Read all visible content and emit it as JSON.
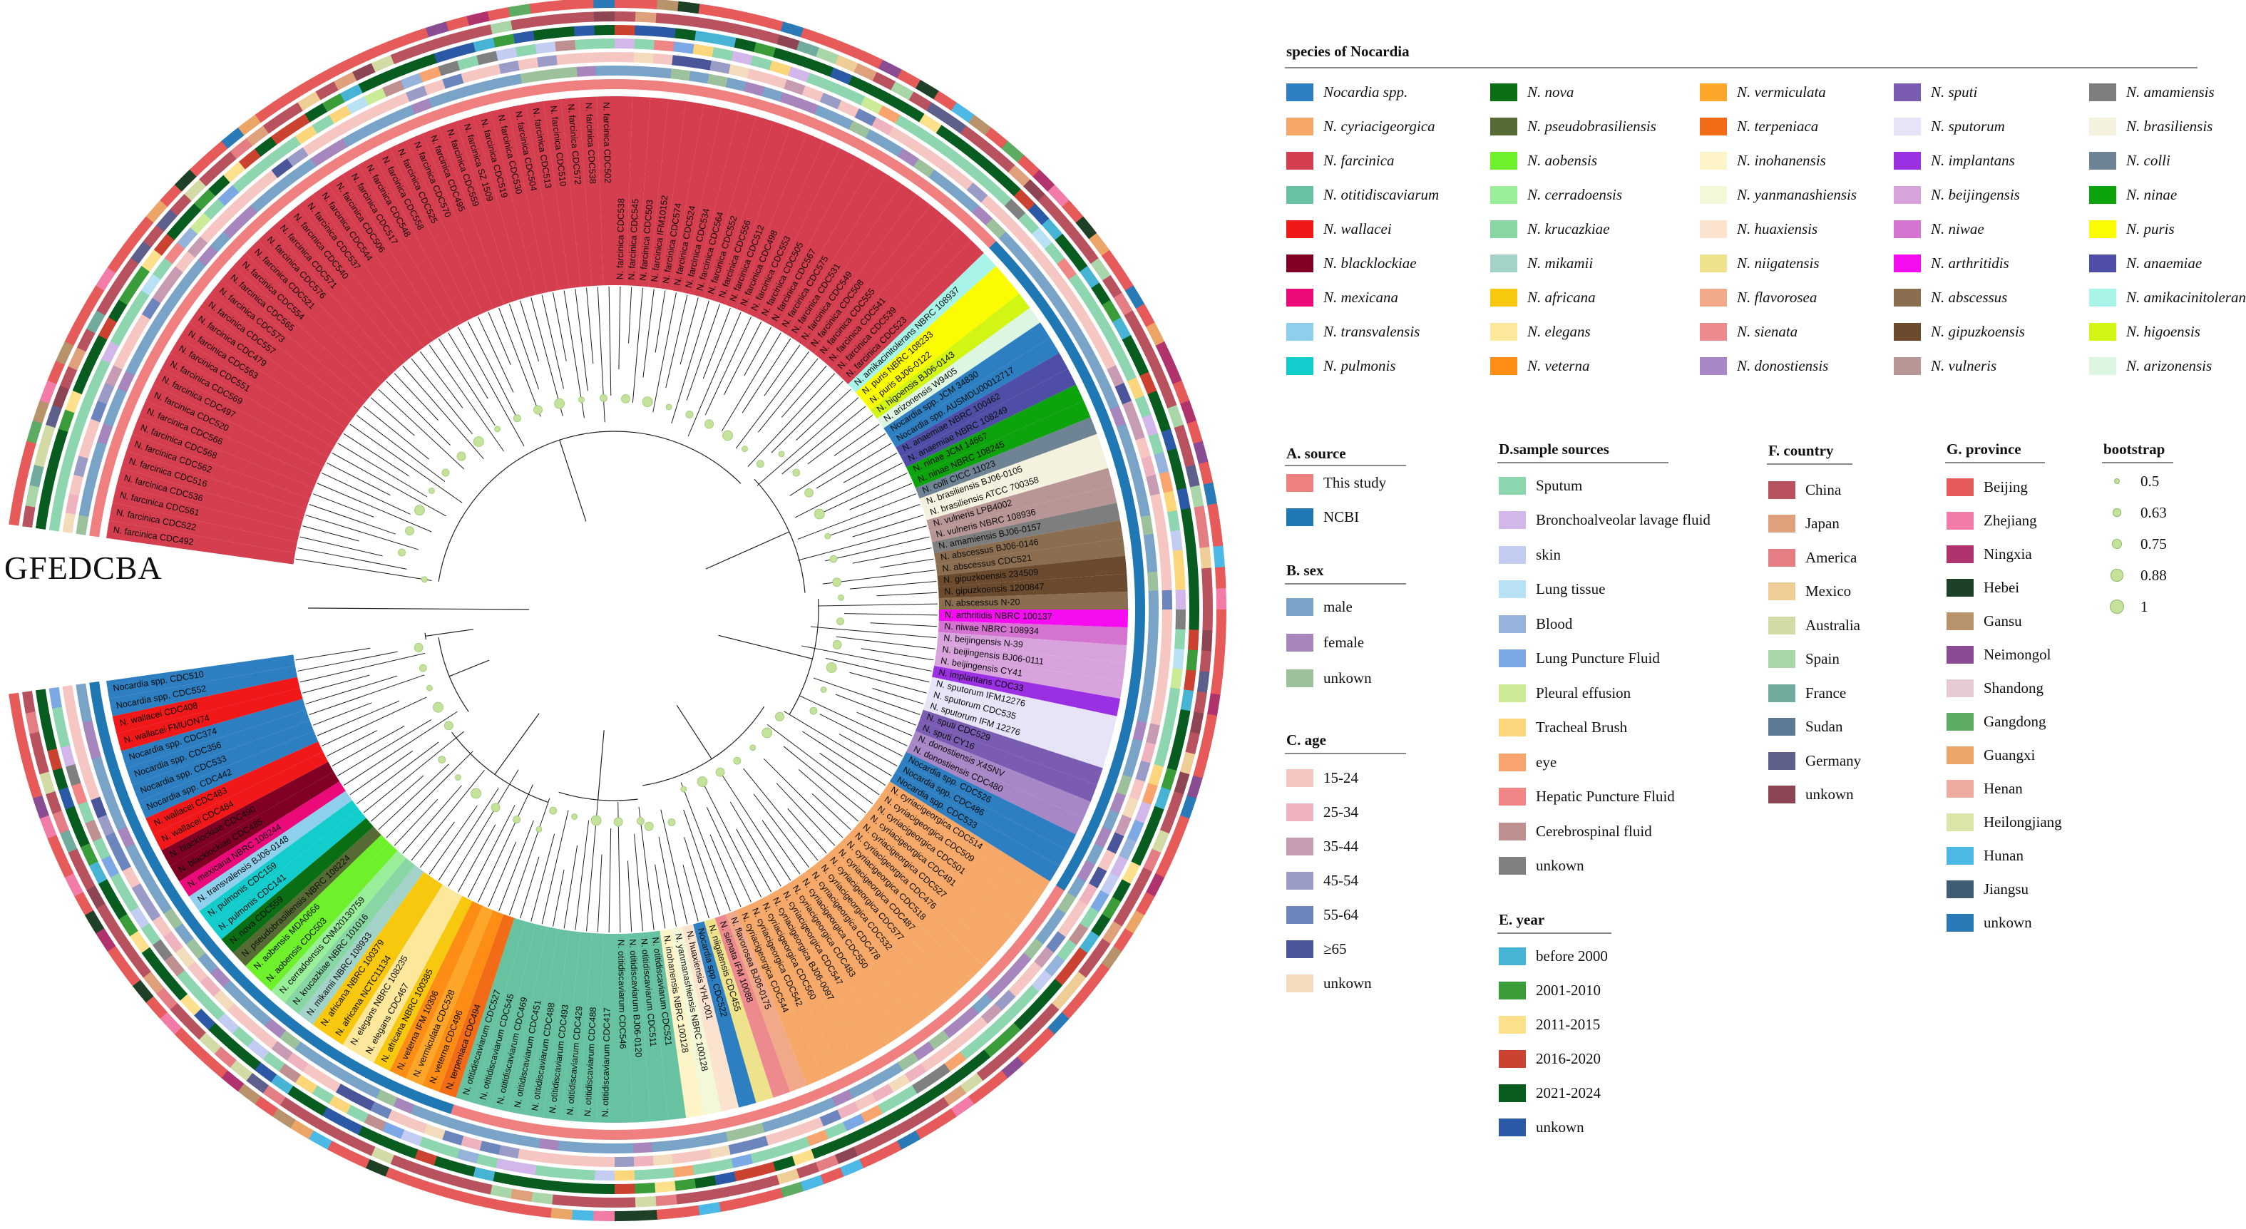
{
  "ring_labels": "GFEDCBA",
  "species_legend": {
    "title": "species of Nocardia",
    "items": [
      {
        "label": "Nocardia spp.",
        "color": "#2d7fc1"
      },
      {
        "label": "N. cyriacigeorgica",
        "color": "#f5a867"
      },
      {
        "label": "N. farcinica",
        "color": "#d53e4f"
      },
      {
        "label": "N. otitidiscaviarum",
        "color": "#66c2a0"
      },
      {
        "label": "N. wallacei",
        "color": "#f01818"
      },
      {
        "label": "N. blacklockiae",
        "color": "#7f0022"
      },
      {
        "label": "N. mexicana",
        "color": "#ec0a7a"
      },
      {
        "label": "N. transvalensis",
        "color": "#8ed0ec"
      },
      {
        "label": "N. pulmonis",
        "color": "#13cccc"
      },
      {
        "label": "N. nova",
        "color": "#0a6e14"
      },
      {
        "label": "N. pseudobrasiliensis",
        "color": "#566b33"
      },
      {
        "label": "N. aobensis",
        "color": "#6ef02a"
      },
      {
        "label": "N. cerradoensis",
        "color": "#99ee99"
      },
      {
        "label": "N. krucazkiae",
        "color": "#88d6a4"
      },
      {
        "label": "N. mikamii",
        "color": "#a3d3c8"
      },
      {
        "label": "N. africana",
        "color": "#f7c80e"
      },
      {
        "label": "N. elegans",
        "color": "#fce79a"
      },
      {
        "label": "N. veterna",
        "color": "#fd8d14"
      },
      {
        "label": "N. vermiculata",
        "color": "#fda62a"
      },
      {
        "label": "N. terpeniaca",
        "color": "#f26b17"
      },
      {
        "label": "N. inohanensis",
        "color": "#fdf5c7"
      },
      {
        "label": "N. yanmanashiensis",
        "color": "#f2f8d8"
      },
      {
        "label": "N. huaxiensis",
        "color": "#fce3cf"
      },
      {
        "label": "N. niigatensis",
        "color": "#efe28d"
      },
      {
        "label": "N. flavorosea",
        "color": "#f2a98a"
      },
      {
        "label": "N. sienata",
        "color": "#ec8a8e"
      },
      {
        "label": "N. donostiensis",
        "color": "#a787c6"
      },
      {
        "label": "N. sputi",
        "color": "#7a5cb2"
      },
      {
        "label": "N. sputorum",
        "color": "#e6e4f6"
      },
      {
        "label": "N. implantans",
        "color": "#9a2fe4"
      },
      {
        "label": "N. beijingensis",
        "color": "#d8a3dc"
      },
      {
        "label": "N. niwae",
        "color": "#d573d1"
      },
      {
        "label": "N. arthritidis",
        "color": "#f60cf0"
      },
      {
        "label": "N. abscessus",
        "color": "#8b6d4f"
      },
      {
        "label": "N. gipuzkoensis",
        "color": "#6b4a2d"
      },
      {
        "label": "N. vulneris",
        "color": "#b99696"
      },
      {
        "label": "N. amamiensis",
        "color": "#7e7e7e"
      },
      {
        "label": "N. brasiliensis",
        "color": "#f4f2de"
      },
      {
        "label": "N. colli",
        "color": "#6e8393"
      },
      {
        "label": "N. ninae",
        "color": "#0ca30c"
      },
      {
        "label": "N. puris",
        "color": "#fcfc00"
      },
      {
        "label": "N. anaemiae",
        "color": "#4e4ea6"
      },
      {
        "label": "N. amikacinitolerans",
        "color": "#a8f4e8"
      },
      {
        "label": "N. higoensis",
        "color": "#d3f514"
      },
      {
        "label": "N. arizonensis",
        "color": "#dcf6e2"
      }
    ]
  },
  "source_legend": {
    "title": "A.  source",
    "items": [
      {
        "label": "This study",
        "color": "#f08080"
      },
      {
        "label": "NCBI",
        "color": "#1f77b4"
      }
    ]
  },
  "sex_legend": {
    "title": "B. sex",
    "items": [
      {
        "label": "male",
        "color": "#7aa3c8"
      },
      {
        "label": "female",
        "color": "#a785bd"
      },
      {
        "label": "unkown",
        "color": "#9dc19d"
      }
    ]
  },
  "age_legend": {
    "title": "C. age",
    "items": [
      {
        "label": "15-24",
        "color": "#f6c6c2"
      },
      {
        "label": "25-34",
        "color": "#efb3c0"
      },
      {
        "label": "35-44",
        "color": "#c79cb3"
      },
      {
        "label": "45-54",
        "color": "#9a9cc7"
      },
      {
        "label": "55-64",
        "color": "#6c86bd"
      },
      {
        "label": "≥65",
        "color": "#4a559a"
      },
      {
        "label": "unkown",
        "color": "#f3dcbb"
      }
    ]
  },
  "sample_legend": {
    "title": "D.sample sources",
    "items": [
      {
        "label": "Sputum",
        "color": "#8dd6b0"
      },
      {
        "label": "Bronchoalveolar lavage fluid",
        "color": "#d2b8ea"
      },
      {
        "label": "skin",
        "color": "#c3cdf2"
      },
      {
        "label": "Lung tissue",
        "color": "#b9e1f4"
      },
      {
        "label": "Blood",
        "color": "#96b3db"
      },
      {
        "label": "Lung Puncture Fluid",
        "color": "#7ca8e6"
      },
      {
        "label": "Pleural effusion",
        "color": "#cbeb97"
      },
      {
        "label": "Tracheal Brush",
        "color": "#fcd67a"
      },
      {
        "label": "eye",
        "color": "#f7a46e"
      },
      {
        "label": "Hepatic Puncture Fluid",
        "color": "#f08585"
      },
      {
        "label": "Cerebrospinal fluid",
        "color": "#bf9090"
      },
      {
        "label": "unkown",
        "color": "#808080"
      }
    ]
  },
  "year_legend": {
    "title": "E. year",
    "items": [
      {
        "label": "before 2000",
        "color": "#47b4d6"
      },
      {
        "label": "2001-2010",
        "color": "#3a9d3a"
      },
      {
        "label": "2011-2015",
        "color": "#fce08c"
      },
      {
        "label": "2016-2020",
        "color": "#cc4231"
      },
      {
        "label": "2021-2024",
        "color": "#085c1f"
      },
      {
        "label": "unkown",
        "color": "#2b59a6"
      }
    ]
  },
  "country_legend": {
    "title": "F. country",
    "items": [
      {
        "label": "China",
        "color": "#b8525e"
      },
      {
        "label": "Japan",
        "color": "#dfa07c"
      },
      {
        "label": "America",
        "color": "#e57e84"
      },
      {
        "label": "Mexico",
        "color": "#eecd96"
      },
      {
        "label": "Australia",
        "color": "#d2dba6"
      },
      {
        "label": "Spain",
        "color": "#a9d6a9"
      },
      {
        "label": "France",
        "color": "#71ab9e"
      },
      {
        "label": "Sudan",
        "color": "#5b7a95"
      },
      {
        "label": "Germany",
        "color": "#5f5f8c"
      },
      {
        "label": "unkown",
        "color": "#8e4553"
      }
    ]
  },
  "province_legend": {
    "title": "G. province",
    "items": [
      {
        "label": "Beijing",
        "color": "#e75a5a"
      },
      {
        "label": "Zhejiang",
        "color": "#f27ca7"
      },
      {
        "label": "Ningxia",
        "color": "#b1336e"
      },
      {
        "label": "Hebei",
        "color": "#1d4026"
      },
      {
        "label": "Gansu",
        "color": "#b7926b"
      },
      {
        "label": "Neimongol",
        "color": "#8a4c93"
      },
      {
        "label": "Shandong",
        "color": "#e6cad6"
      },
      {
        "label": "Gangdong",
        "color": "#5eab64"
      },
      {
        "label": "Guangxi",
        "color": "#eba667"
      },
      {
        "label": "Henan",
        "color": "#efab9f"
      },
      {
        "label": "Heilongjiang",
        "color": "#d9e6a8"
      },
      {
        "label": "Hunan",
        "color": "#4cb8e6"
      },
      {
        "label": "Jiangsu",
        "color": "#3e5c73"
      },
      {
        "label": "unkown",
        "color": "#2a7ab8"
      }
    ]
  },
  "bootstrap_legend": {
    "title": "bootstrap",
    "items": [
      {
        "label": "0.5",
        "value": 0.5
      },
      {
        "label": "0.63",
        "value": 0.63
      },
      {
        "label": "0.75",
        "value": 0.75
      },
      {
        "label": "0.88",
        "value": 0.88
      },
      {
        "label": "1",
        "value": 1
      }
    ]
  },
  "tips": [
    "N. farcinica CDC492",
    "N. farcinica CDC522",
    "N. farcinica CDC561",
    "N. farcinica CDC536",
    "N. farcinica CDC516",
    "N. farcinica CDC562",
    "N. farcinica CDC568",
    "N. farcinica CDC566",
    "N. farcinica CDC520",
    "N. farcinica CDC497",
    "N. farcinica CDC569",
    "N. farcinica CDC551",
    "N. farcinica CDC563",
    "N. farcinica CDC479",
    "N. farcinica CDC557",
    "N. farcinica CDC573",
    "N. farcinica CDC565",
    "N. farcinica CDC554",
    "N. farcinica CDC521",
    "N. farcinica CDC576",
    "N. farcinica CDC571",
    "N. farcinica CDC540",
    "N. farcinica CDC537",
    "N. farcinica CDC544",
    "N. farcinica CDC506",
    "N. farcinica CDC517",
    "N. farcinica CDC548",
    "N. farcinica CDC558",
    "N. farcinica CDC525",
    "N. farcinica CDC570",
    "N. farcinica CDC495",
    "N. farcinica CDC559",
    "N. farcinica SZ 1509",
    "N. farcinica CDC519",
    "N. farcinica CDC530",
    "N. farcinica CDC504",
    "N. farcinica CDC513",
    "N. farcinica CDC510",
    "N. farcinica CDC572",
    "N. farcinica CDC538",
    "N. farcinica CDC502",
    "N. farcinica CDC538",
    "N. farcinica CDC545",
    "N. farcinica CDC503",
    "N. farcinica IFM10152",
    "N. farcinica CDC574",
    "N. farcinica CDC524",
    "N. farcinica CDC534",
    "N. farcinica CDC564",
    "N. farcinica CDC552",
    "N. farcinica CDC556",
    "N. farcinica CDC512",
    "N. farcinica CDC498",
    "N. farcinica CDC553",
    "N. farcinica CDC505",
    "N. farcinica CDC567",
    "N. farcinica CDC575",
    "N. farcinica CDC531",
    "N. farcinica CDC549",
    "N. farcinica CDC508",
    "N. farcinica CDC555",
    "N. farcinica CDC541",
    "N. farcinica CDC539",
    "N. farcinica CDC523",
    "N. amikacinitolerans NBRC 108937",
    "N. puris NBRC 108233",
    "N. puris BJ06-0122",
    "N. higoensis BJ06-0143",
    "N. arizonensis W9405",
    "Nocardia spp. JCM 34830",
    "Nocardia spp. AUSMDU00012717",
    "N. anaemiae NBRC 100462",
    "N. anaemiae NBRC 108249",
    "N. ninae JCM 14667",
    "N. ninae NBRC 108245",
    "N. colli CICC 11023",
    "N. brasiliensis BJ06-0105",
    "N. brasiliensis ATCC 700358",
    "N. vulneris LPB4002",
    "N. vulneris NBRC 108936",
    "N. amamiensis BJ06-0157",
    "N. abscessus BJ06-0146",
    "N. abscessus CDC521",
    "N. gipuzkoensis 234509",
    "N. gipuzkoensis 1200847",
    "N. abscessus N-20",
    "N. arthritidis NBRC 100137",
    "N. niwae NBRC 108934",
    "N. beijingensis N-39",
    "N. beijingensis BJ06-0111",
    "N. beijingensis CY41",
    "N. implantans CDC33",
    "N. sputorum IFM12276",
    "N. sputorum CDC535",
    "N. sputorum IFM 12276",
    "N. sputi CDC529",
    "N. sputi CY16",
    "N. donostiensis X4SNV",
    "N. donostiensis CDC480",
    "Nocardia spp. CDC526",
    "Nocardia spp. CDC486",
    "Nocardia spp. CDC533",
    "N. cyriacigeorgica CDC514",
    "N. cyriacigeorgica CDC509",
    "N. cyriacigeorgica CDC501",
    "N. cyriacigeorgica CDC491",
    "N. cyriacigeorgica CDC527",
    "N. cyriacigeorgica CDC476",
    "N. cyriacigeorgica CDC518",
    "N. cyriacigeorgica CDC487",
    "N. cyriacigeorgica CDC577",
    "N. cyriacigeorgica CDC532",
    "N. cyriacigeorgica CDC478",
    "N. cyriacigeorgica CDC550",
    "N. cyriacigeorgica CDC483",
    "N. cyriacigeorgica CDC547",
    "N. cyriacigeorgica BJ06-0097",
    "N. cyriacigeorgica CDC560",
    "N. cyriacigeorgica CDC542",
    "N. cyriacigeorgica CDC544",
    "N. flavorosea BJ06-0175",
    "N. sienata IFM 10088",
    "N. niigatensis CDC455",
    "Nocardia spp. CDC522",
    "N. huaxiensis YHL-001",
    "N. yanmanashiensis NBRC 100128",
    "N. inohanensis NBRC 100128",
    "N. otitidiscaviarum CDC521",
    "N. otitidiscaviarum CDC511",
    "N. otitidiscaviarum BJ06-0120",
    "N. otitidiscaviarum CDC546",
    "N. otitidiscaviarum CDC417",
    "N. otitidiscaviarum CDC488",
    "N. otitidiscaviarum CDC429",
    "N. otitidiscaviarum CDC493",
    "N. otitidiscaviarum CDC488",
    "N. otitidiscaviarum CDC451",
    "N. otitidiscaviarum CDC469",
    "N. otitidiscaviarum CDC545",
    "N. otitidiscaviarum CDC527",
    "N. terpeniaca CDC494",
    "N. veterna CDC496",
    "N. vermiculata CDC528",
    "N. veterna IFM 10306",
    "N. africana NBRC 100385",
    "N. elegans CDC467",
    "N. elegans NBRC 108235",
    "N. africana NCTC11134",
    "N. africana NBRC 100379",
    "N. mikamii NBRC 108933",
    "N. krucazkiae NBRC 101016",
    "N. cerradoensis CNM20130759",
    "N. aobensis CDC503",
    "N. aobensis MDA0666",
    "N. pseudobrasiliensis NBRC 108224",
    "N. nova CDC559",
    "N. pulmonis CDC141",
    "N. pulmonis CDC159",
    "N. transvalensis BJ06-0148",
    "N. mexicana NBRC 108244",
    "N. blacklockiae CDC485",
    "N. blacklockiae CDC490",
    "N. wallacei CDC484",
    "N. wallacei CDC483",
    "Nocardia spp. CDC442",
    "Nocardia spp. CDC533",
    "Nocardia spp. CDC356",
    "Nocardia spp. CDC374",
    "N. wallacei FMUON74",
    "N. wallacei CDC408",
    "Nocardia spp. CDC552",
    "Nocardia spp. CDC510"
  ]
}
